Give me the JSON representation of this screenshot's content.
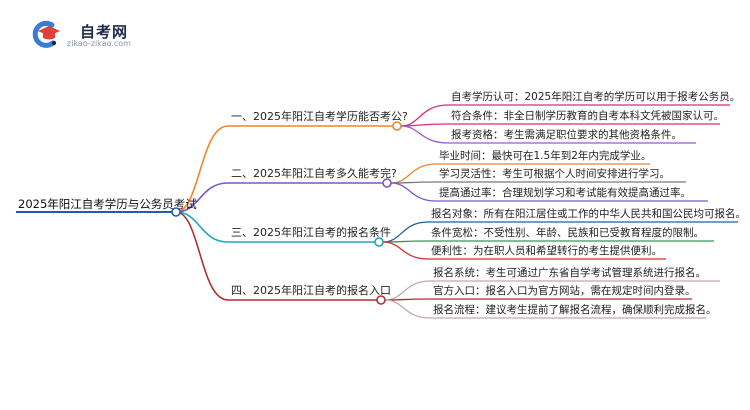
{
  "brand": {
    "name": "自考网",
    "url": "zikao-zikao.com",
    "logo_icon": "graduation-cap-c-icon",
    "colors": {
      "navy": "#1d2a4a",
      "red": "#e0403a",
      "blue": "#3a7bd5"
    }
  },
  "root": {
    "label": "2025年阳江自考学历与公务员考试",
    "color": "#1f5fa8"
  },
  "branches": [
    {
      "label": "一、2025年阳江自考学历能否考公?",
      "color": "#f0842c",
      "leaves": [
        {
          "label": "自考学历认可：2025年阳江自考的学历可以用于报考公务员。",
          "color": "#d92c7a"
        },
        {
          "label": "符合条件：非全日制学历教育的自考本科文凭被国家认可。",
          "color": "#d92c7a"
        },
        {
          "label": "报考资格：考生需满足职位要求的其他资格条件。",
          "color": "#9b59d0"
        }
      ]
    },
    {
      "label": "二、2025年阳江自考多久能考完?",
      "color": "#7b57c8",
      "leaves": [
        {
          "label": "毕业时间：最快可在1.5年到2年内完成学业。",
          "color": "#f0842c"
        },
        {
          "label": "学习灵活性：考生可根据个人时间安排进行学习。",
          "color": "#7a7a7a"
        },
        {
          "label": "提高通过率：合理规划学习和考试能有效提高通过率。",
          "color": "#7b57c8"
        }
      ]
    },
    {
      "label": "三、2025年阳江自考的报名条件",
      "color": "#19a8b5",
      "leaves": [
        {
          "label": "报名对象：所有在阳江居住或工作的中华人民共和国公民均可报名。",
          "color": "#1f5fa8"
        },
        {
          "label": "条件宽松：不受性别、年龄、民族和已受教育程度的限制。",
          "color": "#2a9d50"
        },
        {
          "label": "便利性：为在职人员和希望转行的考生提供便利。",
          "color": "#d92c2c"
        }
      ]
    },
    {
      "label": "四、2025年阳江自考的报名入口",
      "color": "#b03030",
      "leaves": [
        {
          "label": "报名系统：考生可通过广东省自学考试管理系统进行报名。",
          "color": "#c0a8b8"
        },
        {
          "label": "官方入口：报名入口为官方网站，需在规定时间内登录。",
          "color": "#b03030"
        },
        {
          "label": "报名流程：建议考生提前了解报名流程，确保顺利完成报名。",
          "color": "#c0a8b8"
        }
      ]
    }
  ]
}
